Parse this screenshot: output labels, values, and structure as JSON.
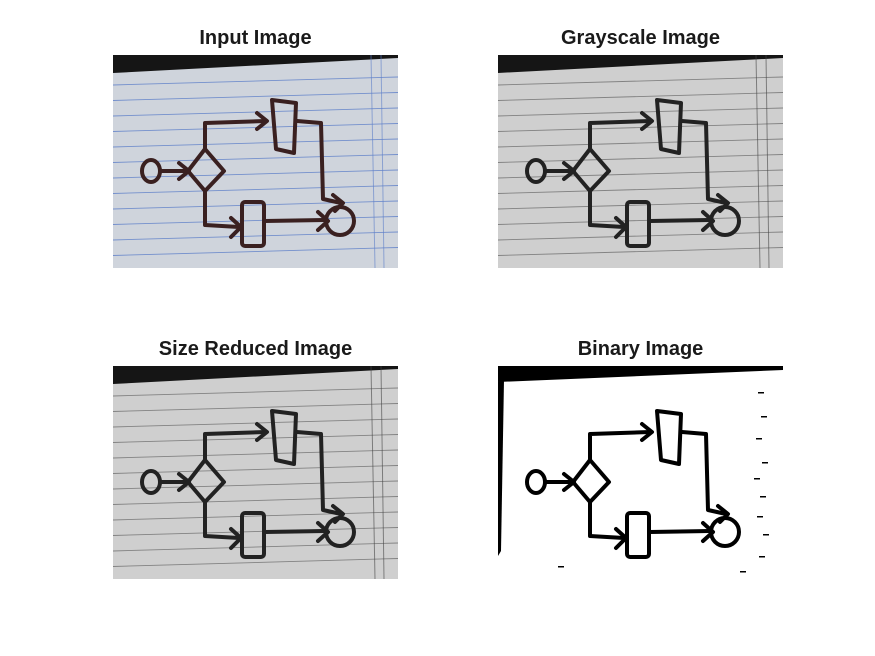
{
  "figure": {
    "panels": [
      {
        "title": "Input Image",
        "variant": "color"
      },
      {
        "title": "Grayscale Image",
        "variant": "gray"
      },
      {
        "title": "Size Reduced Image",
        "variant": "gray"
      },
      {
        "title": "Binary Image",
        "variant": "binary"
      }
    ]
  },
  "colors": {
    "paper_color": "#cfd4dc",
    "paper_gray": "#cfcfcf",
    "ruling_color": "#5d7fc9",
    "ink_color": "#3a2020",
    "ink_gray": "#222222",
    "table_dark": "#151515"
  }
}
